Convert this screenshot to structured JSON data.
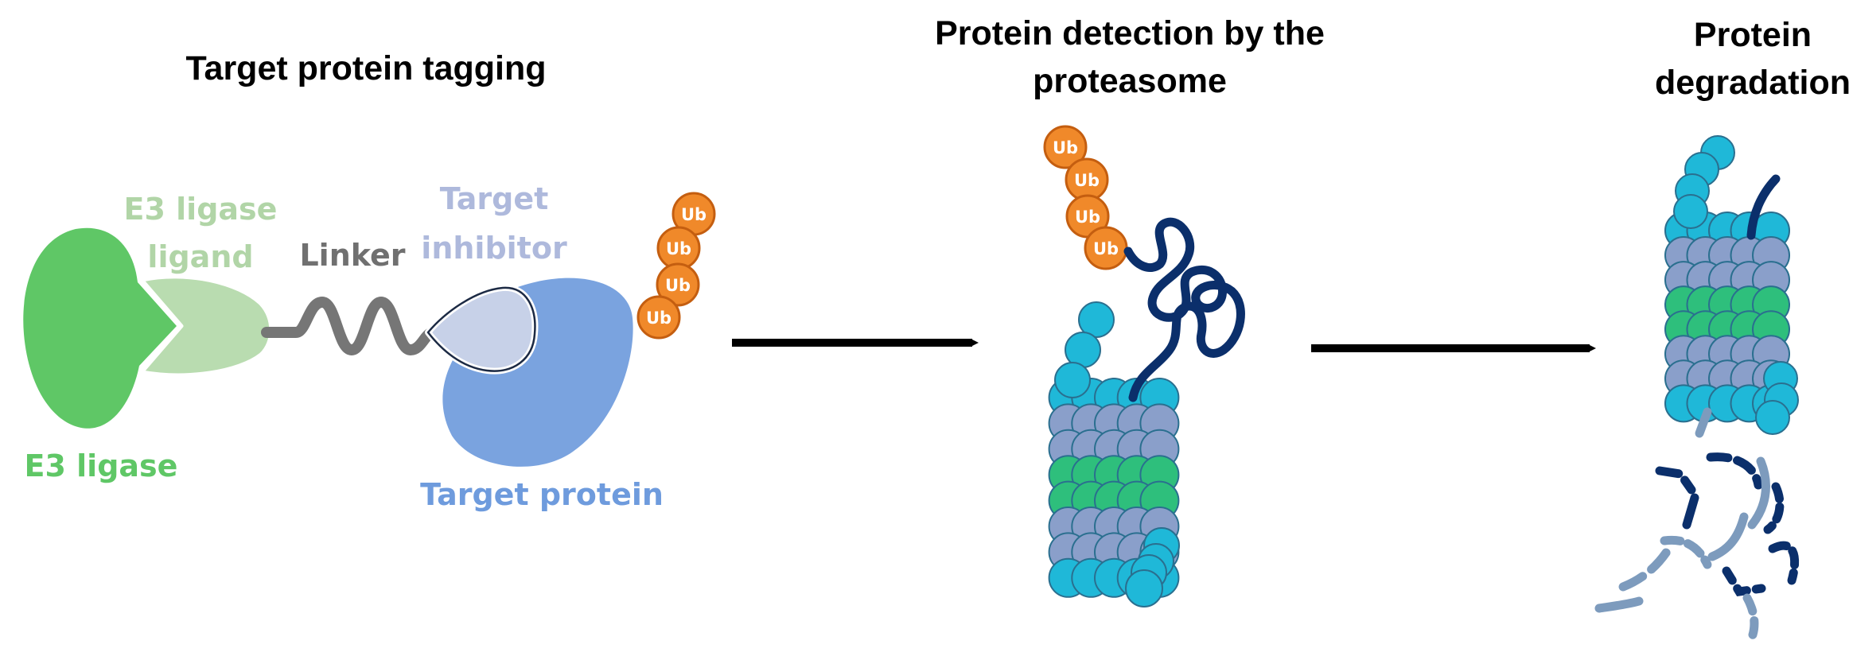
{
  "panels": {
    "tagging": {
      "title": "Target protein tagging"
    },
    "detection": {
      "title_line1": "Protein detection by the",
      "title_line2": "proteasome"
    },
    "degradation": {
      "title_line1": "Protein",
      "title_line2": "degradation"
    }
  },
  "labels": {
    "e3_ligase_ligand_line1": "E3 ligase",
    "e3_ligase_ligand_line2": "ligand",
    "linker": "Linker",
    "target_inhibitor_line1": "Target",
    "target_inhibitor_line2": "inhibitor",
    "e3_ligase": "E3 ligase",
    "target_protein": "Target protein",
    "ubiquitin": "Ub"
  },
  "colors": {
    "e3_ligase": "#5fc766",
    "e3_ligand": "#b9dcb0",
    "linker": "#767676",
    "inhibitor": "#c7d1e8",
    "target_protein": "#7aa3df",
    "ubiquitin": "#f0892a",
    "proteasome_cap": "#1fb8d8",
    "proteasome_alpha": "#8a9fca",
    "proteasome_beta": "#2ebf7c",
    "protein_chain": "#0b2f6b",
    "fragments_light": "#7d9bbd"
  }
}
